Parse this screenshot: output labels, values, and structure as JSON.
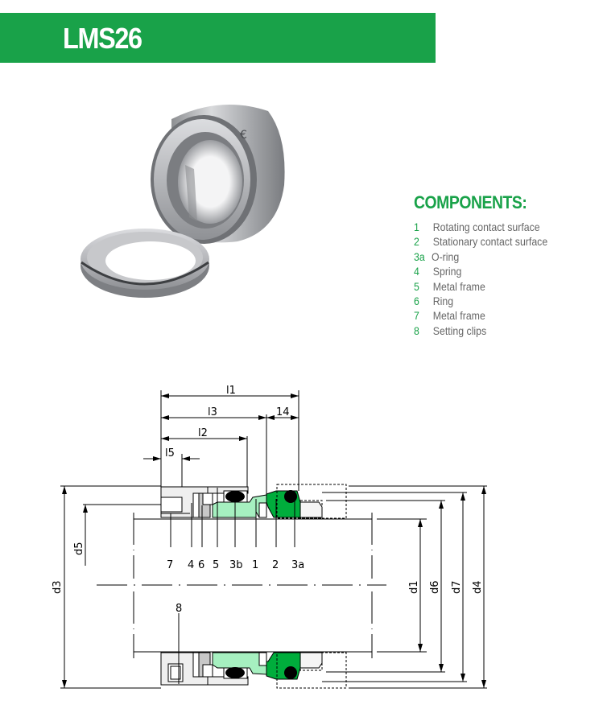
{
  "header": {
    "title": "LMS26",
    "background_color": "#19a249"
  },
  "product_image": {
    "description": "Mechanical seal LMS26: stainless steel rotating unit with stationary seat ring"
  },
  "components": {
    "title": "COMPONENTS:",
    "items": [
      {
        "num": "1",
        "label": "Rotating contact surface"
      },
      {
        "num": "2",
        "label": "Stationary contact surface"
      },
      {
        "num": "3a",
        "label": "O-ring"
      },
      {
        "num": "4",
        "label": "Spring"
      },
      {
        "num": "5",
        "label": "Metal frame"
      },
      {
        "num": "6",
        "label": "Ring"
      },
      {
        "num": "7",
        "label": "Metal frame"
      },
      {
        "num": "8",
        "label": "Setting clips"
      }
    ]
  },
  "drawing": {
    "length_labels": {
      "l1": "l1",
      "l2": "l2",
      "l3": "l3",
      "l4": "14",
      "l5": "l5"
    },
    "diameter_labels": {
      "d1": "d1",
      "d3": "d3",
      "d4": "d4",
      "d5": "d5",
      "d6": "d6",
      "d7": "d7"
    },
    "part_callouts": {
      "p7": "7",
      "p4": "4",
      "p6": "6",
      "p5": "5",
      "p3b": "3b",
      "p1": "1",
      "p2": "2",
      "p3a": "3a",
      "p8": "8"
    },
    "colors": {
      "rotating_face": "#a6f0c0",
      "stationary_face": "#00ad3c",
      "metal_frame": "#efefef",
      "ring": "#c8c8c8",
      "o_ring": "#000000"
    }
  }
}
